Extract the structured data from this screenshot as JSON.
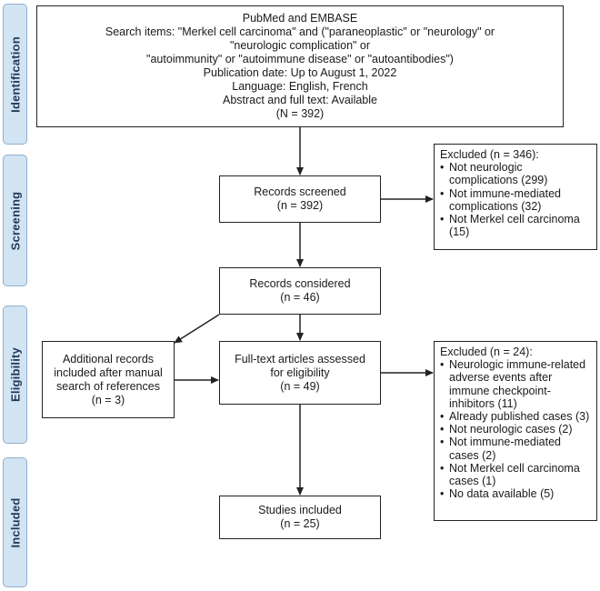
{
  "phases": [
    "Identification",
    "Screening",
    "Eligibility",
    "Included"
  ],
  "identification": {
    "lines": [
      "PubMed and EMBASE",
      "Search items: \"Merkel cell carcinoma\" and (\"paraneoplastic\" or \"neurology\" or",
      "\"neurologic complication\" or",
      "\"autoimmunity\" or \"autoimmune disease\" or \"autoantibodies\")",
      "Publication date: Up to August 1, 2022",
      "Language: English, French",
      "Abstract and full text: Available",
      "(N = 392)"
    ]
  },
  "screened": {
    "title": "Records screened",
    "count": "(n = 392)"
  },
  "excluded_screening": {
    "title": "Excluded (n = 346):",
    "items": [
      "Not neurologic complications (299)",
      "Not immune-mediated complications (32)",
      "Not Merkel cell carcinoma (15)"
    ]
  },
  "considered": {
    "title": "Records considered",
    "count": "(n = 46)"
  },
  "additional": {
    "lines": [
      "Additional records",
      "included after manual",
      "search of references",
      "(n = 3)"
    ]
  },
  "fulltext": {
    "lines": [
      "Full-text articles assessed",
      "for eligibility",
      "(n = 49)"
    ]
  },
  "excluded_eligibility": {
    "title": "Excluded (n = 24):",
    "items": [
      "Neurologic immune-related adverse events after immune checkpoint-inhibitors (11)",
      "Already published cases (3)",
      "Not neurologic cases (2)",
      "Not immune-mediated cases (2)",
      "Not Merkel cell carcinoma cases (1)",
      "No data available (5)"
    ]
  },
  "included": {
    "title": "Studies included",
    "count": "(n = 25)"
  },
  "colors": {
    "phase_fill": "#d2e3f2",
    "phase_border": "#8fb0cf",
    "phase_text": "#1e3a5a",
    "line": "#222222"
  }
}
